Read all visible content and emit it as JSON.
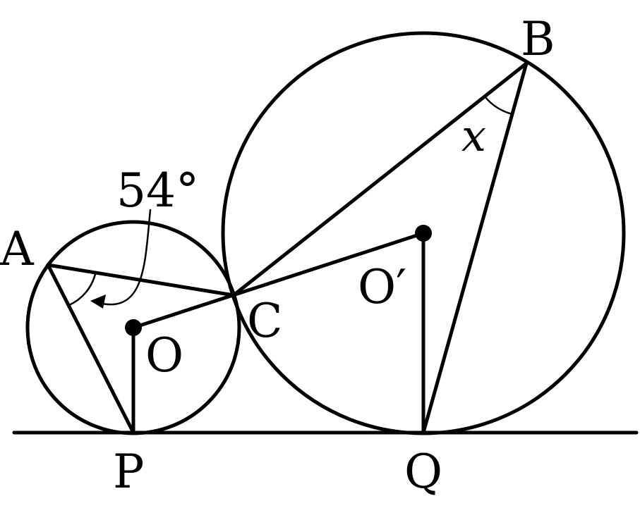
{
  "labels": {
    "A": "A",
    "B": "B",
    "C": "C",
    "O": "O",
    "O_prime": "O′",
    "P": "P",
    "Q": "Q",
    "x": "x",
    "angle": "54°"
  },
  "colors": {
    "ink": "#000000",
    "background": "#ffffff"
  }
}
